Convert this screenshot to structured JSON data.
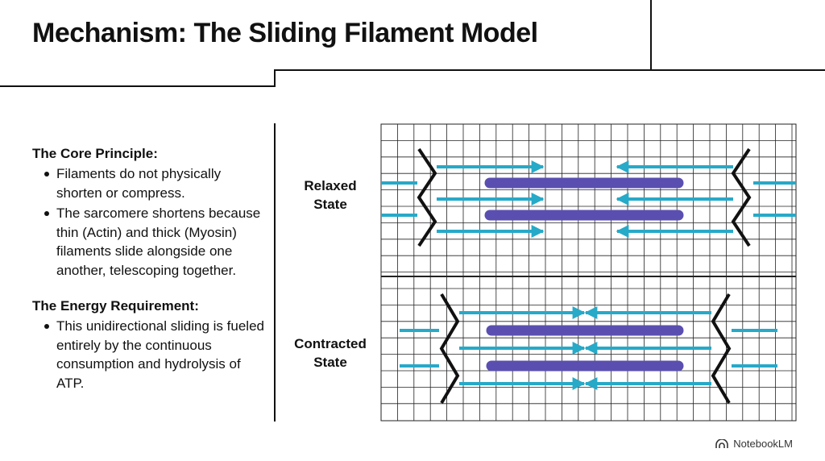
{
  "title": "Mechanism: The Sliding Filament Model",
  "sections": [
    {
      "heading": "The Core Principle:",
      "bullets": [
        "Filaments do not physically shorten or compress.",
        "The sarcomere shortens because thin (Actin) and thick (Myosin) filaments slide alongside one another, telescoping together."
      ]
    },
    {
      "heading": "The Energy Requirement:",
      "bullets": [
        "This unidirectional sliding is fueled entirely by the continuous consumption and hydrolysis of ATP."
      ]
    }
  ],
  "diagram": {
    "relaxed_label_line1": "Relaxed",
    "relaxed_label_line2": "State",
    "contracted_label_line1": "Contracted",
    "contracted_label_line2": "State"
  },
  "colors": {
    "actin": "#27a9c8",
    "myosin": "#5a4fb0",
    "z_line": "#111111",
    "grid": "#222222"
  },
  "brand": {
    "name": "NotebookLM",
    "icon": "notebooklm-logo-icon"
  }
}
